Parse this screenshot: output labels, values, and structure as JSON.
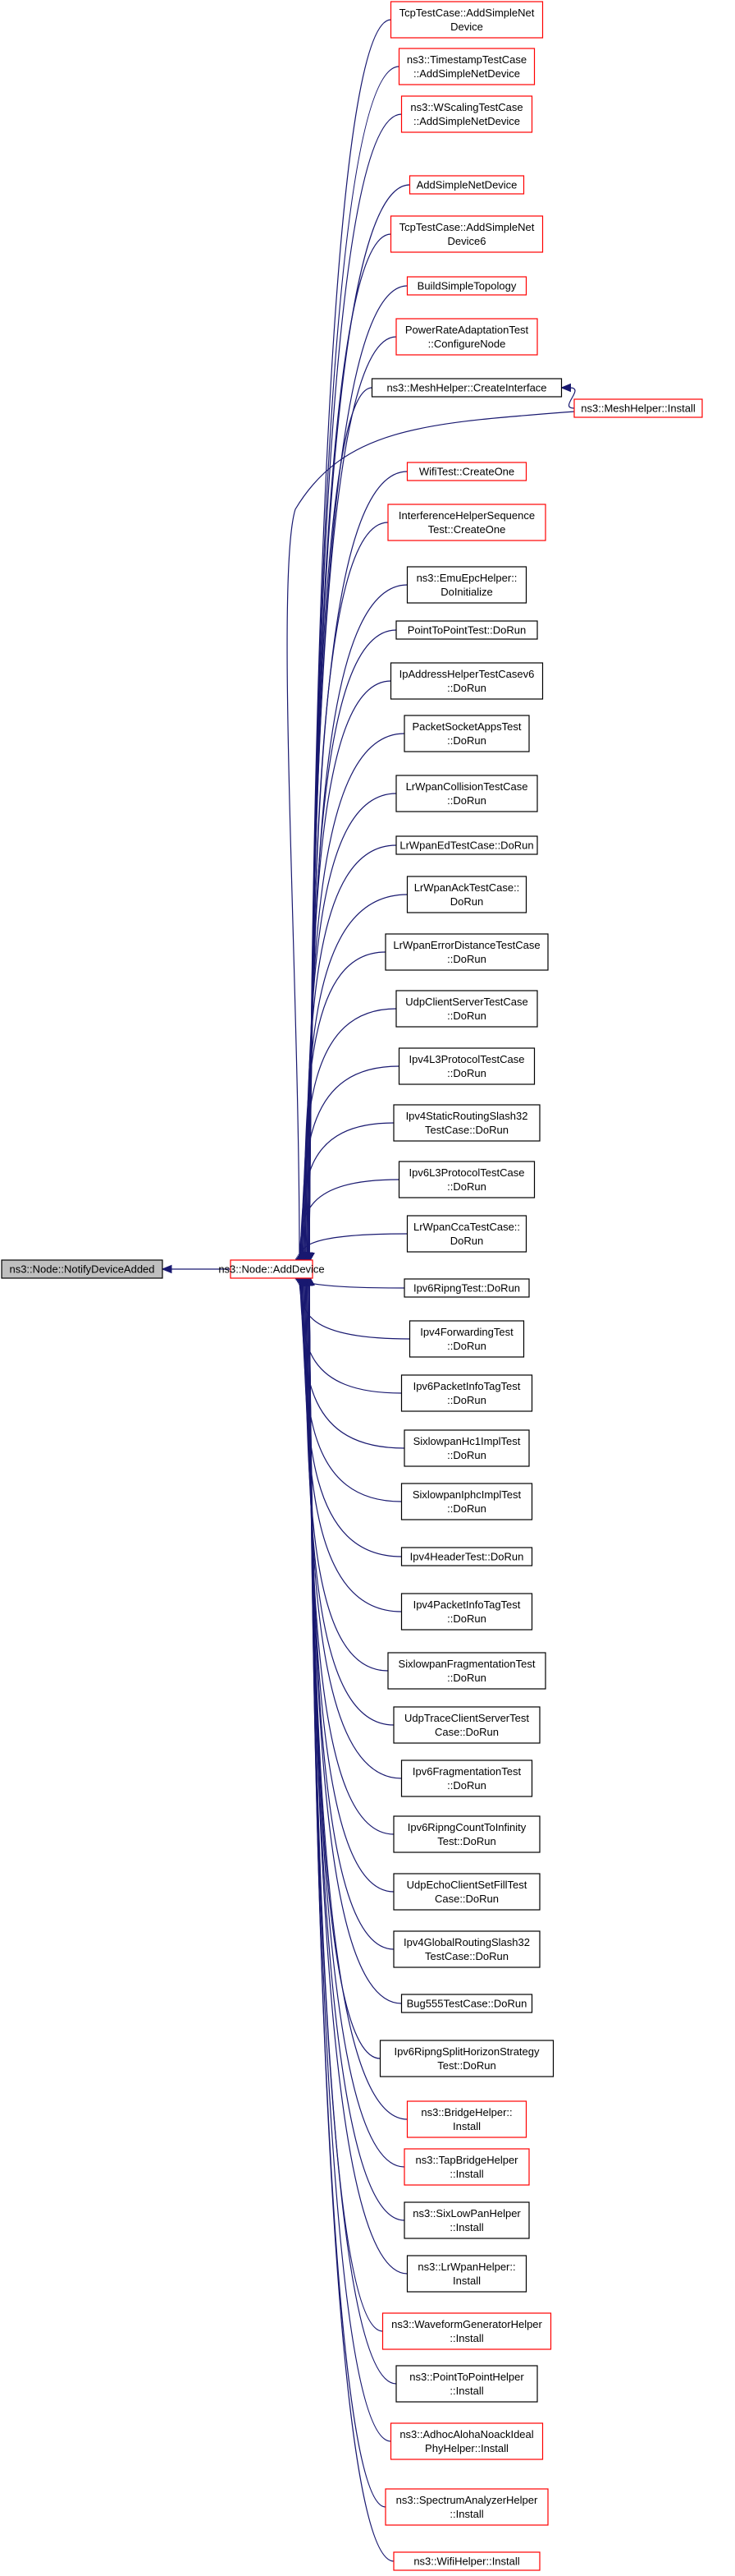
{
  "graph": {
    "root": {
      "label": [
        "ns3::Node::NotifyDeviceAdded"
      ],
      "style": "gray"
    },
    "center": {
      "label": [
        "ns3::Node::AddDevice"
      ],
      "style": "red"
    },
    "callers": [
      {
        "label": [
          "TcpTestCase::AddSimpleNet",
          "Device"
        ],
        "style": "red"
      },
      {
        "label": [
          "ns3::TimestampTestCase",
          "::AddSimpleNetDevice"
        ],
        "style": "red"
      },
      {
        "label": [
          "ns3::WScalingTestCase",
          "::AddSimpleNetDevice"
        ],
        "style": "red"
      },
      {
        "label": [
          "AddSimpleNetDevice"
        ],
        "style": "red"
      },
      {
        "label": [
          "TcpTestCase::AddSimpleNet",
          "Device6"
        ],
        "style": "red"
      },
      {
        "label": [
          "BuildSimpleTopology"
        ],
        "style": "red"
      },
      {
        "label": [
          "PowerRateAdaptationTest",
          "::ConfigureNode"
        ],
        "style": "red"
      },
      {
        "label": [
          "ns3::MeshHelper::CreateInterface"
        ],
        "style": "black"
      },
      {
        "label": [
          "WifiTest::CreateOne"
        ],
        "style": "red"
      },
      {
        "label": [
          "InterferenceHelperSequence",
          "Test::CreateOne"
        ],
        "style": "red"
      },
      {
        "label": [
          "ns3::EmuEpcHelper::",
          "DoInitialize"
        ],
        "style": "black"
      },
      {
        "label": [
          "PointToPointTest::DoRun"
        ],
        "style": "black"
      },
      {
        "label": [
          "IpAddressHelperTestCasev6",
          "::DoRun"
        ],
        "style": "black"
      },
      {
        "label": [
          "PacketSocketAppsTest",
          "::DoRun"
        ],
        "style": "black"
      },
      {
        "label": [
          "LrWpanCollisionTestCase",
          "::DoRun"
        ],
        "style": "black"
      },
      {
        "label": [
          "LrWpanEdTestCase::DoRun"
        ],
        "style": "black"
      },
      {
        "label": [
          "LrWpanAckTestCase::",
          "DoRun"
        ],
        "style": "black"
      },
      {
        "label": [
          "LrWpanErrorDistanceTestCase",
          "::DoRun"
        ],
        "style": "black"
      },
      {
        "label": [
          "UdpClientServerTestCase",
          "::DoRun"
        ],
        "style": "black"
      },
      {
        "label": [
          "Ipv4L3ProtocolTestCase",
          "::DoRun"
        ],
        "style": "black"
      },
      {
        "label": [
          "Ipv4StaticRoutingSlash32",
          "TestCase::DoRun"
        ],
        "style": "black"
      },
      {
        "label": [
          "Ipv6L3ProtocolTestCase",
          "::DoRun"
        ],
        "style": "black"
      },
      {
        "label": [
          "LrWpanCcaTestCase::",
          "DoRun"
        ],
        "style": "black"
      },
      {
        "label": [
          "Ipv6RipngTest::DoRun"
        ],
        "style": "black"
      },
      {
        "label": [
          "Ipv4ForwardingTest",
          "::DoRun"
        ],
        "style": "black"
      },
      {
        "label": [
          "Ipv6PacketInfoTagTest",
          "::DoRun"
        ],
        "style": "black"
      },
      {
        "label": [
          "SixlowpanHc1ImplTest",
          "::DoRun"
        ],
        "style": "black"
      },
      {
        "label": [
          "SixlowpanIphcImplTest",
          "::DoRun"
        ],
        "style": "black"
      },
      {
        "label": [
          "Ipv4HeaderTest::DoRun"
        ],
        "style": "black"
      },
      {
        "label": [
          "Ipv4PacketInfoTagTest",
          "::DoRun"
        ],
        "style": "black"
      },
      {
        "label": [
          "SixlowpanFragmentationTest",
          "::DoRun"
        ],
        "style": "black"
      },
      {
        "label": [
          "UdpTraceClientServerTest",
          "Case::DoRun"
        ],
        "style": "black"
      },
      {
        "label": [
          "Ipv6FragmentationTest",
          "::DoRun"
        ],
        "style": "black"
      },
      {
        "label": [
          "Ipv6RipngCountToInfinity",
          "Test::DoRun"
        ],
        "style": "black"
      },
      {
        "label": [
          "UdpEchoClientSetFillTest",
          "Case::DoRun"
        ],
        "style": "black"
      },
      {
        "label": [
          "Ipv4GlobalRoutingSlash32",
          "TestCase::DoRun"
        ],
        "style": "black"
      },
      {
        "label": [
          "Bug555TestCase::DoRun"
        ],
        "style": "black"
      },
      {
        "label": [
          "Ipv6RipngSplitHorizonStrategy",
          "Test::DoRun"
        ],
        "style": "black"
      },
      {
        "label": [
          "ns3::BridgeHelper::",
          "Install"
        ],
        "style": "red"
      },
      {
        "label": [
          "ns3::TapBridgeHelper",
          "::Install"
        ],
        "style": "red"
      },
      {
        "label": [
          "ns3::SixLowPanHelper",
          "::Install"
        ],
        "style": "black"
      },
      {
        "label": [
          "ns3::LrWpanHelper::",
          "Install"
        ],
        "style": "black"
      },
      {
        "label": [
          "ns3::WaveformGeneratorHelper",
          "::Install"
        ],
        "style": "red"
      },
      {
        "label": [
          "ns3::PointToPointHelper",
          "::Install"
        ],
        "style": "black"
      },
      {
        "label": [
          "ns3::AdhocAlohaNoackIdeal",
          "PhyHelper::Install"
        ],
        "style": "red"
      },
      {
        "label": [
          "ns3::SpectrumAnalyzerHelper",
          "::Install"
        ],
        "style": "red"
      },
      {
        "label": [
          "ns3::WifiHelper::Install"
        ],
        "style": "red"
      }
    ],
    "extra": {
      "label": [
        "ns3::MeshHelper::Install"
      ],
      "style": "red"
    },
    "colors": {
      "edge": "#191970",
      "red_border": "#ff0000",
      "black_border": "#000000",
      "gray_fill": "#bfbfbf",
      "box_fill": "#ffffff"
    }
  }
}
